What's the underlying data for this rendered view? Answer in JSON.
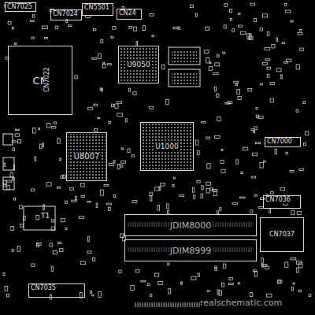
{
  "diagram": {
    "nodes": [
      {
        "text": [
          "CN7025"
        ]
      },
      {
        "text": [
          "CN7024"
        ]
      },
      {
        "text": [
          "CN5501"
        ]
      },
      {
        "text": [
          "CN24"
        ]
      },
      {
        "text": [
          "CN",
          "CN7022"
        ]
      },
      {
        "text": [
          "U9050"
        ]
      },
      {
        "text": [
          "U8007"
        ]
      },
      {
        "text": [
          "U1000"
        ]
      },
      {
        "text": [
          "CN7000"
        ]
      },
      {
        "text": [
          "CN7036"
        ]
      },
      {
        "text": [
          "CN7037"
        ]
      },
      {
        "text": [
          "JDIM8000"
        ]
      },
      {
        "text": [
          "JDIM8999"
        ]
      },
      {
        "text": [
          "CN7035"
        ]
      }
    ],
    "edges": [],
    "labels": [
      "T1",
      "realschematic.com"
    ]
  }
}
